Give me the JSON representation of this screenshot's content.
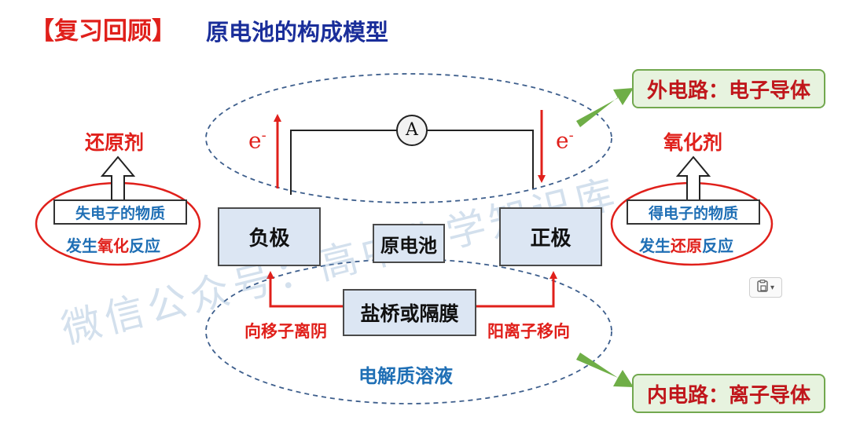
{
  "title": {
    "tag": "【复习回顾】",
    "main": "原电池的构成模型"
  },
  "external_circuit_label": "外电路：电子导体",
  "internal_circuit_label": "内电路：离子导体",
  "ammeter": "A",
  "electron_left": "e",
  "electron_right": "e",
  "electron_sup": "-",
  "negative_electrode": "负极",
  "positive_electrode": "正极",
  "cell_center": "原电池",
  "salt_bridge": "盐桥或隔膜",
  "anion_direction": "向移子离阴",
  "cation_direction": "阳离子移向",
  "electrolyte": "电解质溶液",
  "left_agent": {
    "agent": "还原剂",
    "box_text": "失电子的物质",
    "reaction_prefix": "发生",
    "reaction_keyword": "氧化",
    "reaction_suffix": "反应"
  },
  "right_agent": {
    "agent": "氧化剂",
    "box_text": "得电子的物质",
    "reaction_prefix": "发生",
    "reaction_keyword": "还原",
    "reaction_suffix": "反应"
  },
  "watermark": "微信公众号：高中化学知识库",
  "colors": {
    "red": "#e0201b",
    "blue": "#1f6fb5",
    "navy": "#1a2e9a",
    "green": "#6fae47",
    "box_fill": "#dce6f3"
  }
}
